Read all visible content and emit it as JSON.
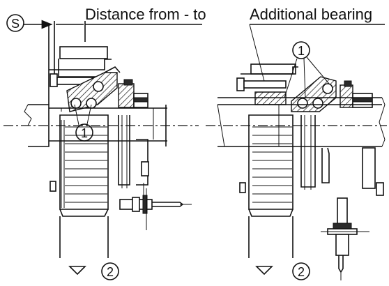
{
  "labels": {
    "s": "S",
    "distance": "Distance from - to",
    "additional": "Additional bearing",
    "one": "1",
    "two": "2"
  }
}
